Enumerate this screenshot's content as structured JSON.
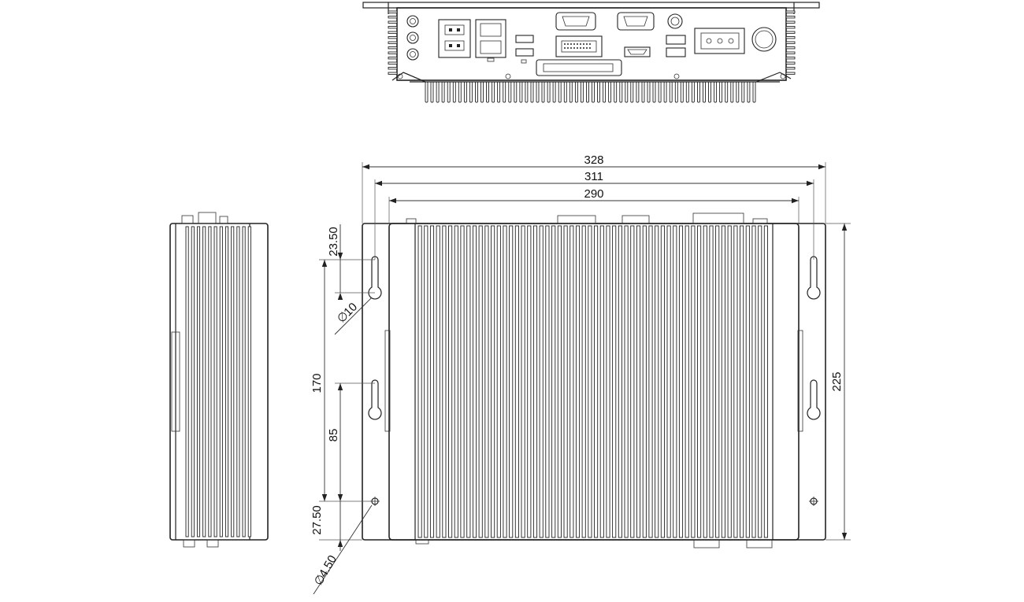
{
  "dimensions": {
    "width_overall": "328",
    "width_mounting": "311",
    "width_body": "290",
    "height_overall": "225",
    "hole_span_vertical": "170",
    "hole_spacing": "85",
    "top_hole_offset": "23.50",
    "bottom_hole_offset": "27.50",
    "slot_diameter": "10",
    "hole_diameter": "4.50",
    "diameter_symbol": "∅"
  },
  "icons": [
    "keyhole-slot-icon",
    "mounting-hole-icon",
    "usb-port-icon",
    "lan-port-icon",
    "vga-port-icon",
    "com-port-icon",
    "hdmi-port-icon",
    "dvi-port-icon",
    "power-button-icon",
    "audio-jack-icon",
    "din-connector-icon",
    "terminal-block-icon"
  ],
  "colors": {
    "line": "#222222",
    "background": "#ffffff"
  }
}
